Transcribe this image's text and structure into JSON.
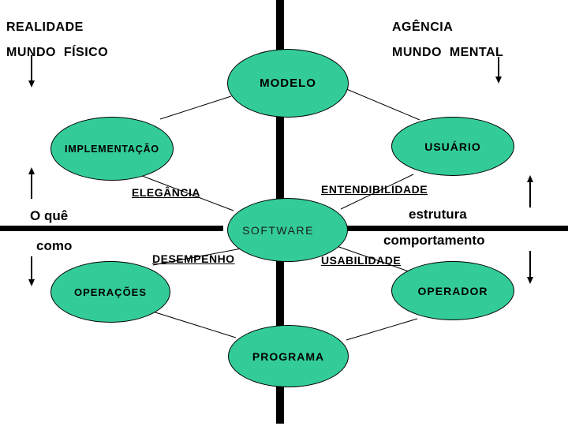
{
  "colors": {
    "ellipse_fill": "#33cc99",
    "ellipse_border": "#000000",
    "bars": "#000000",
    "text": "#000000"
  },
  "corner_labels": {
    "top_left_line1": "REALIDADE",
    "top_left_line2": "MUNDO  FÍSICO",
    "top_right_line1": "AGÊNCIA",
    "top_right_line2": "MUNDO  MENTAL"
  },
  "ellipses": {
    "modelo": "MODELO",
    "implementacao": "IMPLEMENTAÇÃO",
    "usuario": "USUÁRIO",
    "software": "SOFTWARE",
    "operacoes": "OPERAÇÕES",
    "operador": "OPERADOR",
    "programa": "PROGRAMA"
  },
  "axis_labels": {
    "o_que": "O quê",
    "como": "como",
    "estrutura": "estrutura",
    "comportamento": "comportamento"
  },
  "quality_labels": {
    "elegancia": "ELEGÂNCIA",
    "entendibilidade": "ENTENDIBILIDADE",
    "desempenho": "DESEMPENHO",
    "usabilidade": "USABILIDADE"
  }
}
